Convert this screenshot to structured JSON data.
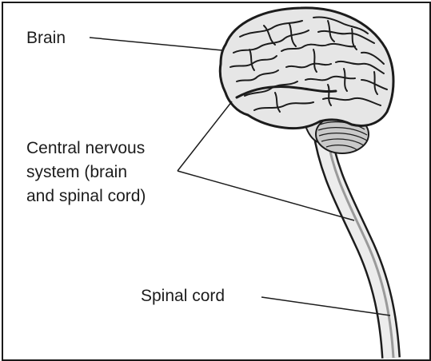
{
  "labels": {
    "brain": "Brain",
    "cns_lines": [
      "Central nervous",
      "system (brain",
      "and spinal cord)"
    ],
    "spinal_cord": "Spinal cord"
  },
  "colors": {
    "ink": "#1c1c1c",
    "brain_fill": "#e6e6e6",
    "cerebellum_fill": "#c9c9c9",
    "frame": "#1a1a1a",
    "background": "#ffffff"
  }
}
